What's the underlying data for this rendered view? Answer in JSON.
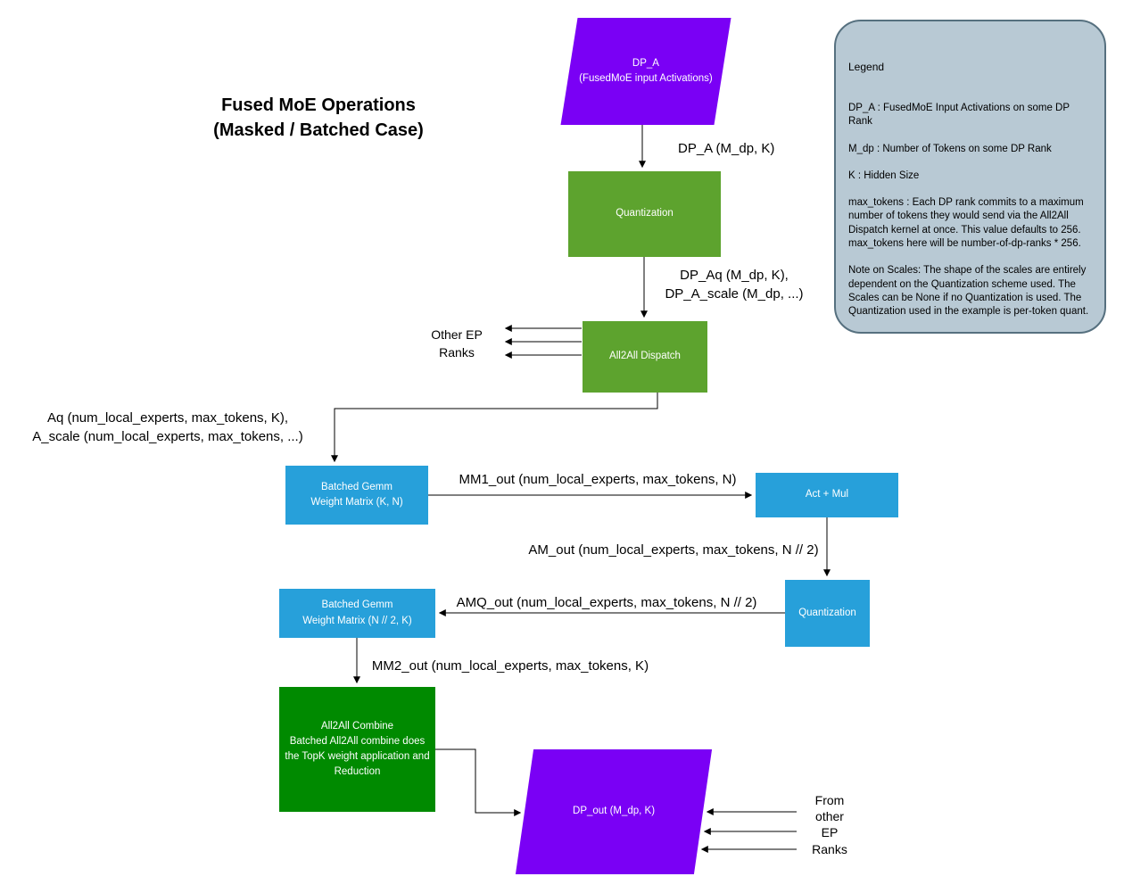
{
  "title": "Fused MoE Operations\n(Masked / Batched Case)",
  "nodes": {
    "dp_a": "DP_A\n(FusedMoE input Activations)",
    "quantization_1": "Quantization",
    "all2all_dispatch": "All2All Dispatch",
    "batched_gemm_1": "Batched Gemm\nWeight Matrix (K, N)",
    "act_mul": "Act + Mul",
    "quantization_2": "Quantization",
    "batched_gemm_2": "Batched Gemm\nWeight Matrix (N // 2, K)",
    "all2all_combine": "All2All Combine\nBatched All2All combine does\nthe TopK weight application and\nReduction",
    "dp_out": "DP_out (M_dp, K)"
  },
  "labels": {
    "dp_a_out": "DP_A (M_dp, K)",
    "dp_aq_out": "DP_Aq (M_dp, K),\nDP_A_scale (M_dp, ...)",
    "other_ep_ranks": "Other EP\nRanks",
    "aq_out": "Aq (num_local_experts, max_tokens, K),\nA_scale (num_local_experts, max_tokens, ...)",
    "mm1_out": "MM1_out (num_local_experts, max_tokens, N)",
    "am_out": "AM_out (num_local_experts, max_tokens, N // 2)",
    "amq_out": "AMQ_out (num_local_experts, max_tokens, N // 2)",
    "mm2_out": "MM2_out (num_local_experts, max_tokens, K)",
    "from_other_ep_ranks": "From\nother\nEP\nRanks"
  },
  "legend": {
    "title": "Legend",
    "items": [
      "DP_A : FusedMoE Input Activations on some DP Rank",
      "M_dp : Number of Tokens on some DP Rank",
      "K : Hidden Size",
      "max_tokens : Each DP rank commits to a maximum number of tokens they would send via the All2All Dispatch kernel at once. This value defaults to 256. max_tokens here will be number-of-dp-ranks * 256.",
      "Note on Scales: The shape of the scales are entirely dependent on the Quantization scheme used. The Scales can be None if no Quantization is used. The Quantization used in the example is per-token quant."
    ]
  },
  "colors": {
    "purple": "#7a00f5",
    "green": "#5da32e",
    "dark_green": "#008a00",
    "blue": "#27a0da",
    "legend_bg": "#b8c9d4",
    "legend_border": "#56707f"
  }
}
